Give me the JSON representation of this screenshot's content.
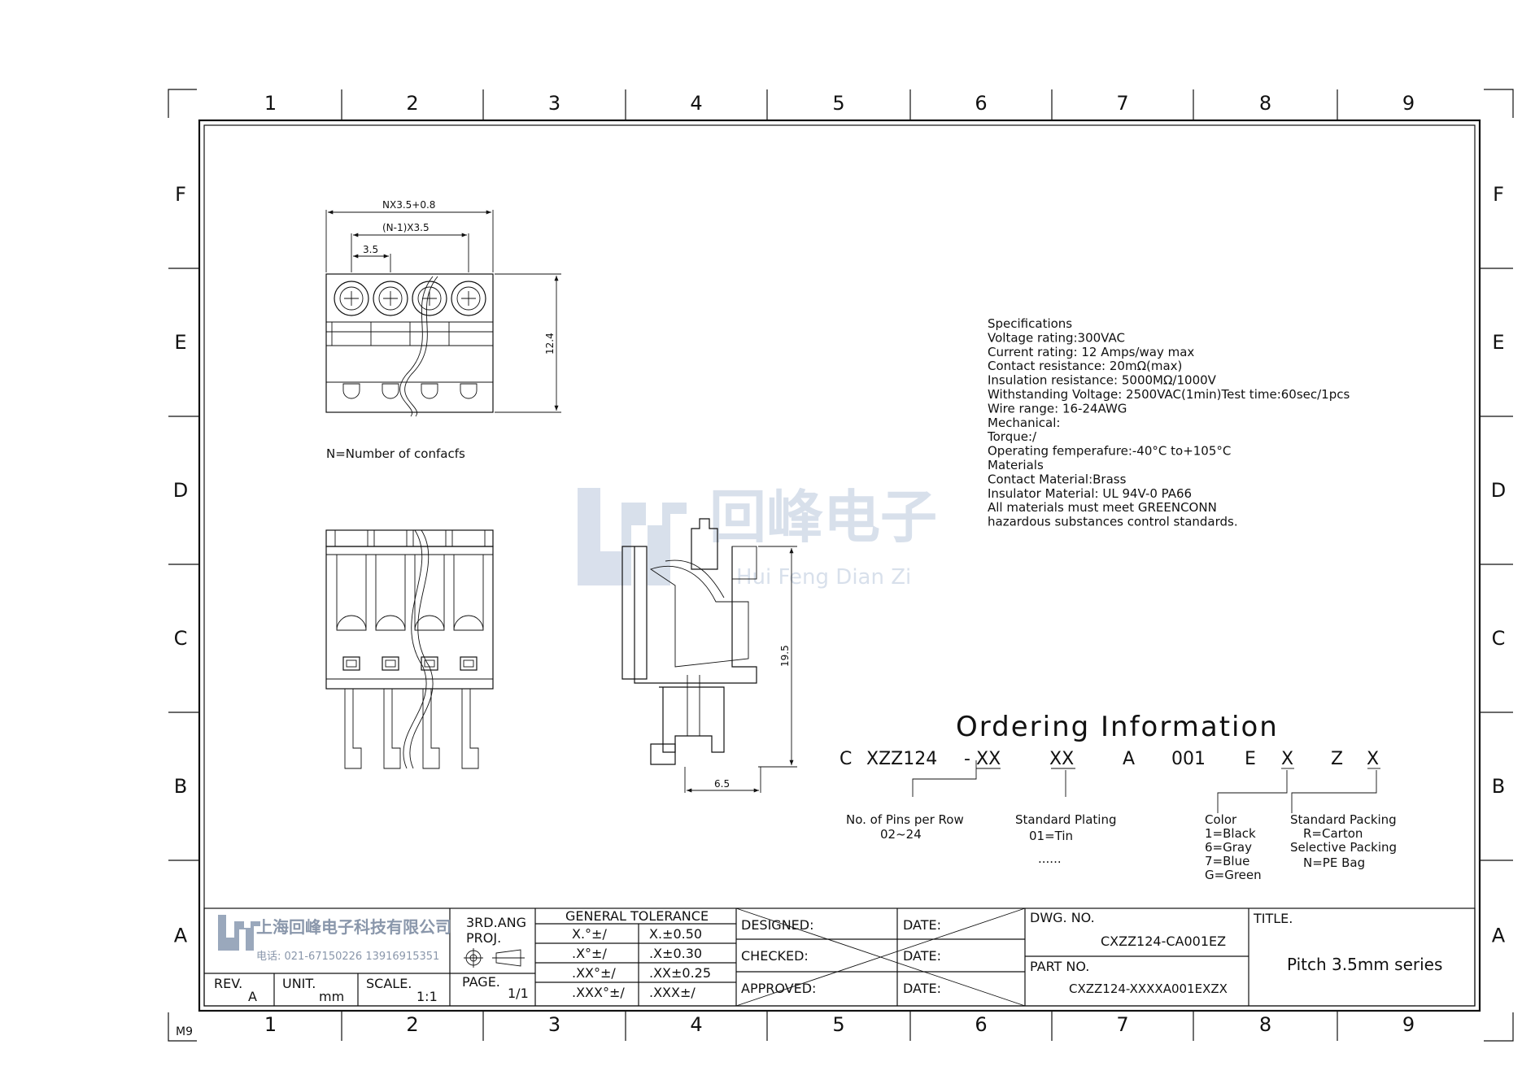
{
  "grid": {
    "columns": [
      "1",
      "2",
      "3",
      "4",
      "5",
      "6",
      "7",
      "8",
      "9"
    ],
    "rows": [
      "F",
      "E",
      "D",
      "C",
      "B",
      "A"
    ],
    "corner_mark": "M9"
  },
  "colors": {
    "line": "#111111",
    "watermark": "#b9c7dc",
    "background": "#ffffff"
  },
  "watermark": {
    "cn": "回峰电子",
    "pinyin": "Hui Feng Dian Zi"
  },
  "top_view": {
    "dim_overall": "NX3.5+0.8",
    "dim_span": "(N-1)X3.5",
    "dim_pitch": "3.5",
    "dim_height": "12.4",
    "note": "N=Number of confacfs"
  },
  "side_view": {
    "dim_height": "19.5",
    "dim_width": "6.5"
  },
  "specifications": [
    "Specifications",
    "Voltage rating:300VAC",
    "Current rating: 12 Amps/way max",
    "Contact resistance: 20mΩ(max)",
    "Insulation resistance: 5000MΩ/1000V",
    "Withstanding Voltage: 2500VAC(1min)Test time:60sec/1pcs",
    "Wire range: 16-24AWG",
    "Mechanical:",
    "Torque:/",
    "Operating femperafure:-40°C to+105°C",
    "Materials",
    "Contact Material:Brass",
    "Insulator Material: UL 94V-0 PA66",
    "All materials must meet GREENCONN",
    "hazardous substances control standards."
  ],
  "ordering": {
    "title": "Ordering Information",
    "code": [
      "C",
      "XZZ124",
      "-",
      "XX",
      "XX",
      "A",
      "001",
      "E",
      "X",
      "Z",
      "X"
    ],
    "pins": {
      "label": "No. of Pins per Row",
      "value": "02~24"
    },
    "plating": {
      "label": "Standard Plating",
      "value": "01=Tin",
      "more": "......"
    },
    "color": {
      "label": "Color",
      "values": [
        "1=Black",
        "6=Gray",
        "7=Blue",
        "G=Green"
      ]
    },
    "packing": {
      "label1": "Standard Packing",
      "value1": "R=Carton",
      "label2": "Selective Packing",
      "value2": "N=PE Bag"
    }
  },
  "title_block": {
    "company": "上海回峰电子科技有限公司",
    "contact": "电话: 021-67150226 13916915351",
    "proj_line1": "3RD.ANG",
    "proj_line2": "PROJ.",
    "tol_header": "GENERAL TOLERANCE",
    "tol_rows": [
      [
        "X.°±/",
        "X.±0.50"
      ],
      [
        ".X°±/",
        ".X±0.30"
      ],
      [
        ".XX°±/",
        ".XX±0.25"
      ],
      [
        ".XXX°±/",
        ".XXX±/"
      ]
    ],
    "designed": "DESIGNED:",
    "checked": "CHECKED:",
    "approved": "APPROVED:",
    "date": "DATE:",
    "dwg_label": "DWG. NO.",
    "dwg_no": "CXZZ124-CA001EZ",
    "part_label": "PART NO.",
    "part_no": "CXZZ124-XXXXA001EXZX",
    "title_label": "TITLE.",
    "title": "Pitch 3.5mm series",
    "rev_label": "REV.",
    "rev": "A",
    "unit_label": "UNIT.",
    "unit": "mm",
    "scale_label": "SCALE.",
    "scale": "1:1",
    "page_label": "PAGE.",
    "page": "1/1"
  }
}
